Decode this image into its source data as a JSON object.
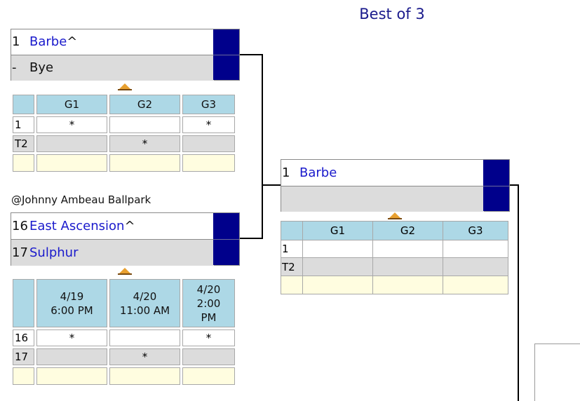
{
  "round_title": "Best of 3",
  "matchup_a": {
    "top": {
      "seed": "1",
      "name": "Barbe",
      "marker": "^"
    },
    "bottom": {
      "seed": "-",
      "name": "Bye"
    },
    "games": {
      "headers": [
        "G1",
        "G2",
        "G3"
      ],
      "rows": [
        {
          "label": "1",
          "cells": [
            "*",
            "",
            "*"
          ]
        },
        {
          "label": "T2",
          "cells": [
            "",
            "*",
            ""
          ]
        },
        {
          "label": "",
          "cells": [
            "",
            "",
            ""
          ]
        }
      ]
    }
  },
  "venue": "@Johnny Ambeau Ballpark",
  "matchup_b": {
    "top": {
      "seed": "16",
      "name": "East Ascension",
      "marker": "^"
    },
    "bottom": {
      "seed": "17",
      "name": "Sulphur"
    },
    "games": {
      "headers": [
        {
          "date": "4/19",
          "time": "6:00 PM"
        },
        {
          "date": "4/20",
          "time": "11:00 AM"
        },
        {
          "date": "4/20",
          "time": "2:00",
          "time2": "PM"
        }
      ],
      "rows": [
        {
          "label": "16",
          "cells": [
            "*",
            "",
            "*"
          ]
        },
        {
          "label": "17",
          "cells": [
            "",
            "*",
            ""
          ]
        },
        {
          "label": "",
          "cells": [
            "",
            "",
            ""
          ]
        }
      ]
    }
  },
  "matchup_c": {
    "top": {
      "seed": "1",
      "name": "Barbe"
    },
    "bottom": {
      "seed": "",
      "name": ""
    },
    "games": {
      "headers": [
        "G1",
        "G2",
        "G3"
      ],
      "rows": [
        {
          "label": "1",
          "cells": [
            "",
            "",
            ""
          ]
        },
        {
          "label": "T2",
          "cells": [
            "",
            "",
            ""
          ]
        },
        {
          "label": "",
          "cells": [
            "",
            "",
            ""
          ]
        }
      ]
    }
  },
  "colors": {
    "accent_navy": "#00008b",
    "link_blue": "#1a1acc",
    "header_blue": "#add8e6",
    "row_gray": "#dcdcdc",
    "row_yellow": "#fffde0",
    "toggle_orange": "#e8a030"
  },
  "icons": [
    "expand-caret-icon"
  ]
}
